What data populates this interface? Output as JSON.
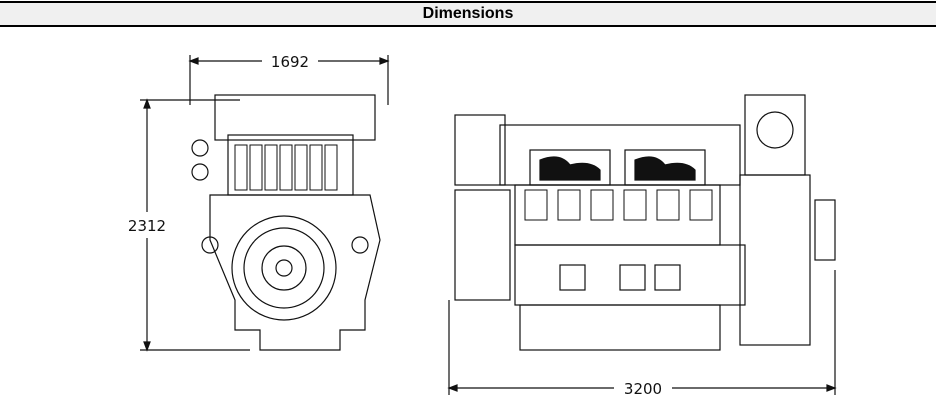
{
  "header": {
    "title": "Dimensions"
  },
  "front_view": {
    "width_label": "1692",
    "height_label": "2312"
  },
  "side_view": {
    "length_label": "3200"
  }
}
